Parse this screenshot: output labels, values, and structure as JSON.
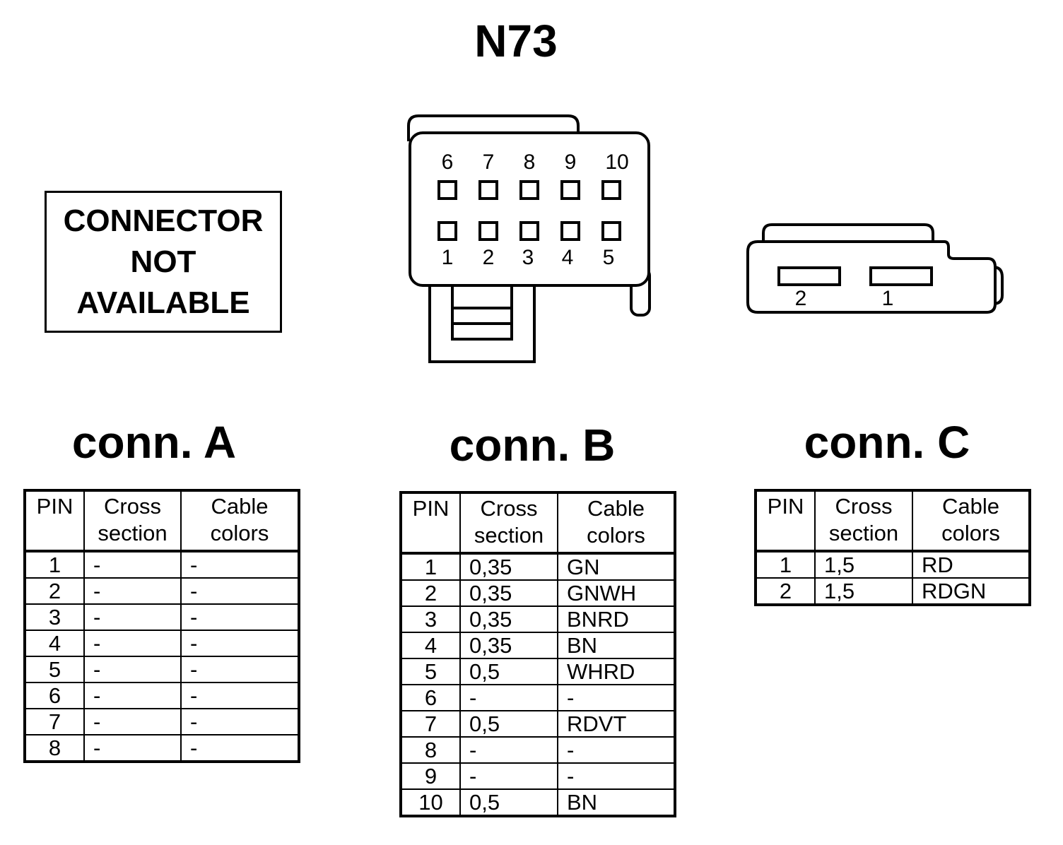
{
  "title": "N73",
  "connector_a_placeholder": [
    "CONNECTOR",
    "NOT",
    "AVAILABLE"
  ],
  "connector_b_pin_labels": {
    "top": [
      "6",
      "7",
      "8",
      "9",
      "10"
    ],
    "bottom": [
      "1",
      "2",
      "3",
      "4",
      "5"
    ]
  },
  "connector_c_pin_labels": [
    "2",
    "1"
  ],
  "tables": [
    {
      "title": "conn. A",
      "headers": [
        "PIN",
        "Cross section",
        "Cable colors"
      ],
      "rows": [
        [
          "1",
          "-",
          "-"
        ],
        [
          "2",
          "-",
          "-"
        ],
        [
          "3",
          "-",
          "-"
        ],
        [
          "4",
          "-",
          "-"
        ],
        [
          "5",
          "-",
          "-"
        ],
        [
          "6",
          "-",
          "-"
        ],
        [
          "7",
          "-",
          "-"
        ],
        [
          "8",
          "-",
          "-"
        ]
      ]
    },
    {
      "title": "conn. B",
      "headers": [
        "PIN",
        "Cross section",
        "Cable colors"
      ],
      "rows": [
        [
          "1",
          "0,35",
          "GN"
        ],
        [
          "2",
          "0,35",
          "GNWH"
        ],
        [
          "3",
          "0,35",
          "BNRD"
        ],
        [
          "4",
          "0,35",
          "BN"
        ],
        [
          "5",
          "0,5",
          "WHRD"
        ],
        [
          "6",
          "-",
          "-"
        ],
        [
          "7",
          "0,5",
          "RDVT"
        ],
        [
          "8",
          "-",
          "-"
        ],
        [
          "9",
          "-",
          "-"
        ],
        [
          "10",
          "0,5",
          "BN"
        ]
      ]
    },
    {
      "title": "conn. C",
      "headers": [
        "PIN",
        "Cross section",
        "Cable colors"
      ],
      "rows": [
        [
          "1",
          "1,5",
          "RD"
        ],
        [
          "2",
          "1,5",
          "RDGN"
        ]
      ]
    }
  ]
}
